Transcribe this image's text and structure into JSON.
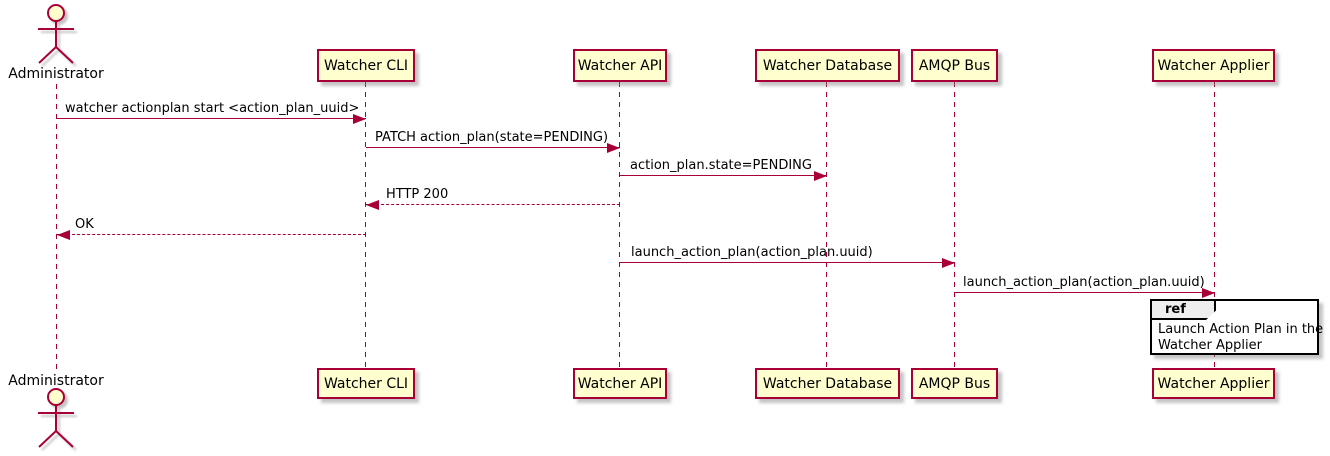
{
  "diagram": {
    "type": "uml-sequence-diagram",
    "actor": {
      "name": "Administrator"
    },
    "participants": [
      {
        "name": "Watcher CLI"
      },
      {
        "name": "Watcher API"
      },
      {
        "name": "Watcher Database"
      },
      {
        "name": "AMQP Bus"
      },
      {
        "name": "Watcher Applier"
      }
    ],
    "messages": [
      {
        "from": "Administrator",
        "to": "Watcher CLI",
        "label": "watcher actionplan start <action_plan_uuid>",
        "line": "solid",
        "direction": "right"
      },
      {
        "from": "Watcher CLI",
        "to": "Watcher API",
        "label": "PATCH action_plan(state=PENDING)",
        "line": "solid",
        "direction": "right"
      },
      {
        "from": "Watcher API",
        "to": "Watcher Database",
        "label": "action_plan.state=PENDING",
        "line": "solid",
        "direction": "right"
      },
      {
        "from": "Watcher API",
        "to": "Watcher CLI",
        "label": "HTTP 200",
        "line": "dashed",
        "direction": "left"
      },
      {
        "from": "Watcher CLI",
        "to": "Administrator",
        "label": "OK",
        "line": "dashed",
        "direction": "left"
      },
      {
        "from": "Watcher API",
        "to": "AMQP Bus",
        "label": "launch_action_plan(action_plan.uuid)",
        "line": "solid",
        "direction": "right"
      },
      {
        "from": "AMQP Bus",
        "to": "Watcher Applier",
        "label": "launch_action_plan(action_plan.uuid)",
        "line": "solid",
        "direction": "right"
      }
    ],
    "ref_fragment": {
      "keyword": "ref",
      "over": "Watcher Applier",
      "lines": [
        "Launch Action Plan in the",
        "Watcher Applier"
      ]
    },
    "colors": {
      "stroke": "#A80036",
      "participant_fill": "#FEFECE",
      "ref_border": "#000000",
      "ref_header_fill": "#EEEEEE",
      "background": "#FFFFFF",
      "text": "#000000"
    }
  }
}
